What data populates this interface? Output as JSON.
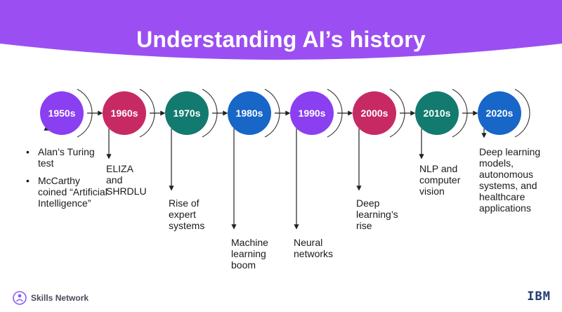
{
  "header": {
    "title": "Understanding AI’s history"
  },
  "colors": {
    "header_purple": "#9b4ff2",
    "purple": "#8a3ff0",
    "magenta": "#c72a63",
    "teal": "#137a6f",
    "blue": "#1766c8"
  },
  "timeline": [
    {
      "decade": "1950s",
      "color": "#8a3ff0",
      "bullets": [
        "Alan’s Turing test",
        "McCarthy coined “Artificial Intelligence”"
      ]
    },
    {
      "decade": "1960s",
      "color": "#c72a63",
      "text": "ELIZA and SHRDLU"
    },
    {
      "decade": "1970s",
      "color": "#137a6f",
      "text": "Rise of expert systems"
    },
    {
      "decade": "1980s",
      "color": "#1766c8",
      "text": "Machine learning boom"
    },
    {
      "decade": "1990s",
      "color": "#8a3ff0",
      "text": "Neural networks"
    },
    {
      "decade": "2000s",
      "color": "#c72a63",
      "text": "Deep learning’s rise"
    },
    {
      "decade": "2010s",
      "color": "#137a6f",
      "text": "NLP and computer vision"
    },
    {
      "decade": "2020s",
      "color": "#1766c8",
      "text": "Deep learning models, autonomous systems, and healthcare applications"
    }
  ],
  "footer": {
    "brand": "Skills Network",
    "company": "IBM"
  }
}
